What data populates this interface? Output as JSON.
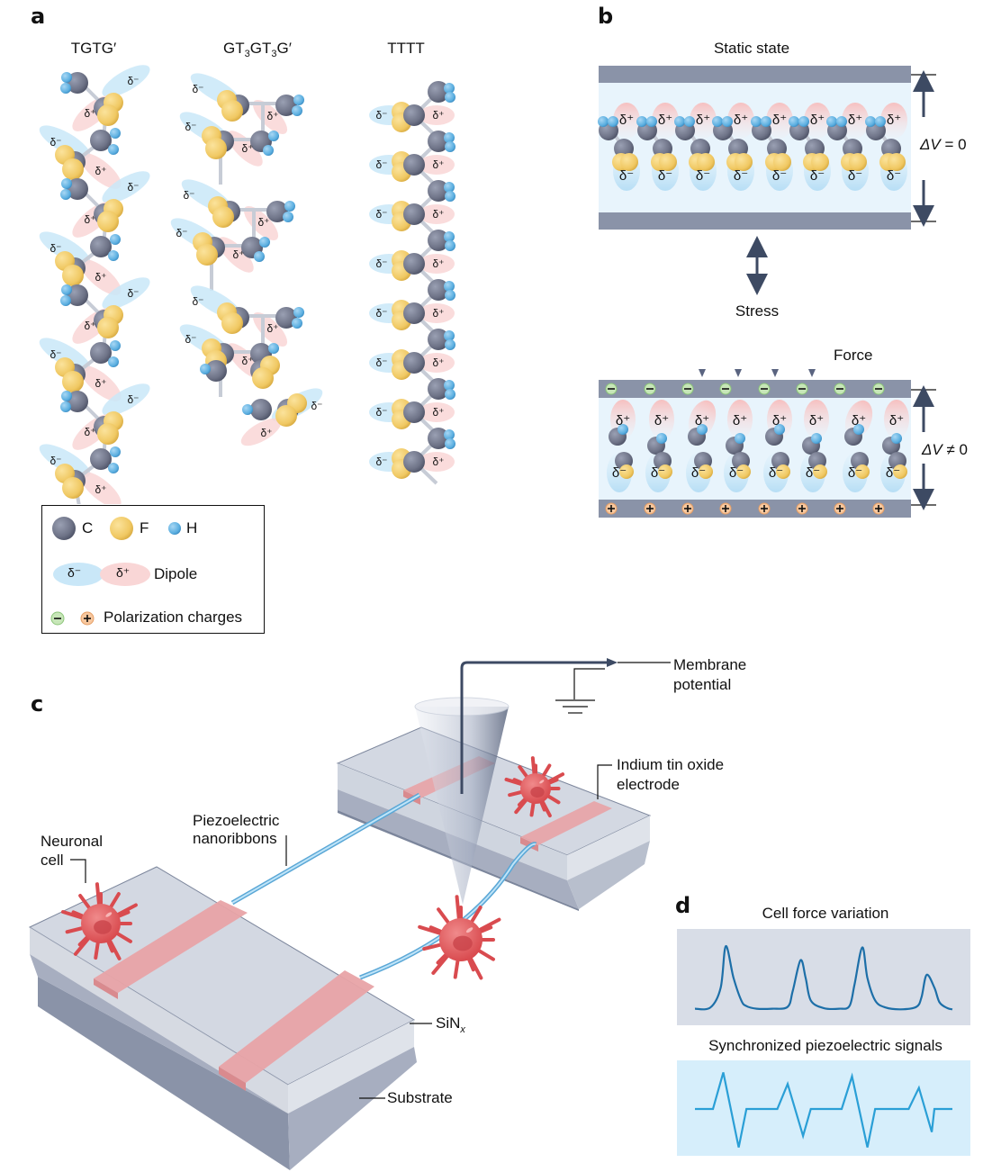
{
  "panels": {
    "a": {
      "letter": "a",
      "chains": [
        {
          "label_main": "TGTG′",
          "name": "TGTG"
        },
        {
          "label_parts": [
            "GT",
            "3",
            "GT",
            "3",
            "G′"
          ],
          "name": "GT3GT3G"
        },
        {
          "label_main": "TTTT",
          "name": "TTTT"
        }
      ],
      "legend": {
        "atoms": [
          {
            "symbol": "C",
            "color": "#6e7387"
          },
          {
            "symbol": "F",
            "color": "#f0c862"
          },
          {
            "symbol": "H",
            "color": "#5aaee0"
          }
        ],
        "dipole_label": "Dipole",
        "dipole_minus": "δ⁻",
        "dipole_plus": "δ⁺",
        "charges_label": "Polarization charges",
        "charge_minus": "−",
        "charge_plus": "+"
      }
    },
    "b": {
      "letter": "b",
      "static_title": "Static state",
      "static_voltage": {
        "symbol": "ΔV",
        "relation": "= 0"
      },
      "stress_label": "Stress",
      "force_label": "Force",
      "stressed_voltage": {
        "symbol": "ΔV",
        "relation": "≠ 0"
      },
      "delta_plus": "δ⁺",
      "delta_minus": "δ⁻",
      "minus_sign": "−",
      "plus_sign": "+",
      "dipole_count": 8,
      "force_arrow_count": 4
    },
    "c": {
      "letter": "c",
      "labels": {
        "membrane_line1": "Membrane",
        "membrane_line2": "potential",
        "ito_line1": "Indium tin oxide",
        "ito_line2": "electrode",
        "nano_line1": "Piezoelectric",
        "nano_line2": "nanoribbons",
        "neuron_line1": "Neuronal",
        "neuron_line2": "cell",
        "sinx_main": "SiN",
        "sinx_sub": "x",
        "substrate": "Substrate"
      }
    },
    "d": {
      "letter": "d",
      "force_title": "Cell force variation",
      "signal_title": "Synchronized piezoelectric signals"
    }
  },
  "colors": {
    "carbon": "#6e7387",
    "fluorine": "#f0c862",
    "hydrogen": "#5aaee0",
    "plate": "#8a93a8",
    "dielectric": "#e8f4fc",
    "cell": "#e0575a",
    "electrode": "#e8a3a6",
    "nanoribbon": "#8ccaf0",
    "force_bg": "#d8dde7",
    "signal_bg": "#d6eefb",
    "force_line": "#1d6fa8",
    "signal_line": "#2a9fd6",
    "minus_charge": "#c7e6b8",
    "plus_charge": "#f7c79e",
    "arrow": "#3d4a63"
  },
  "chart_data": [
    {
      "type": "line",
      "title": "Cell force variation",
      "xlabel": "",
      "ylabel": "",
      "grid": false,
      "x": [
        0,
        6,
        10,
        12,
        15,
        18,
        20,
        24,
        30,
        36,
        38,
        41,
        43,
        45,
        50,
        56,
        60,
        62,
        65,
        67,
        70,
        74,
        80,
        86,
        88,
        90,
        93,
        95,
        98,
        100
      ],
      "y": [
        0.02,
        0.04,
        0.35,
        1.0,
        0.5,
        0.15,
        0.06,
        0.02,
        0.02,
        0.05,
        0.3,
        0.78,
        0.5,
        0.15,
        0.03,
        0.02,
        0.06,
        0.4,
        0.98,
        0.5,
        0.15,
        0.04,
        0.01,
        0.05,
        0.2,
        0.55,
        0.35,
        0.12,
        0.03,
        0.01
      ],
      "ylim": [
        0,
        1.1
      ]
    },
    {
      "type": "line",
      "title": "Synchronized piezoelectric signals",
      "xlabel": "",
      "ylabel": "",
      "grid": false,
      "x": [
        0,
        7,
        11,
        17,
        20,
        32,
        36,
        42,
        45,
        57,
        61,
        67,
        70,
        83,
        87,
        92,
        93,
        100
      ],
      "y": [
        0,
        0,
        0.95,
        -1.0,
        0,
        0,
        0.65,
        -0.7,
        0,
        0,
        0.85,
        -1.0,
        0,
        0,
        0.55,
        -0.6,
        0,
        0
      ],
      "ylim": [
        -1.1,
        1.1
      ]
    }
  ]
}
